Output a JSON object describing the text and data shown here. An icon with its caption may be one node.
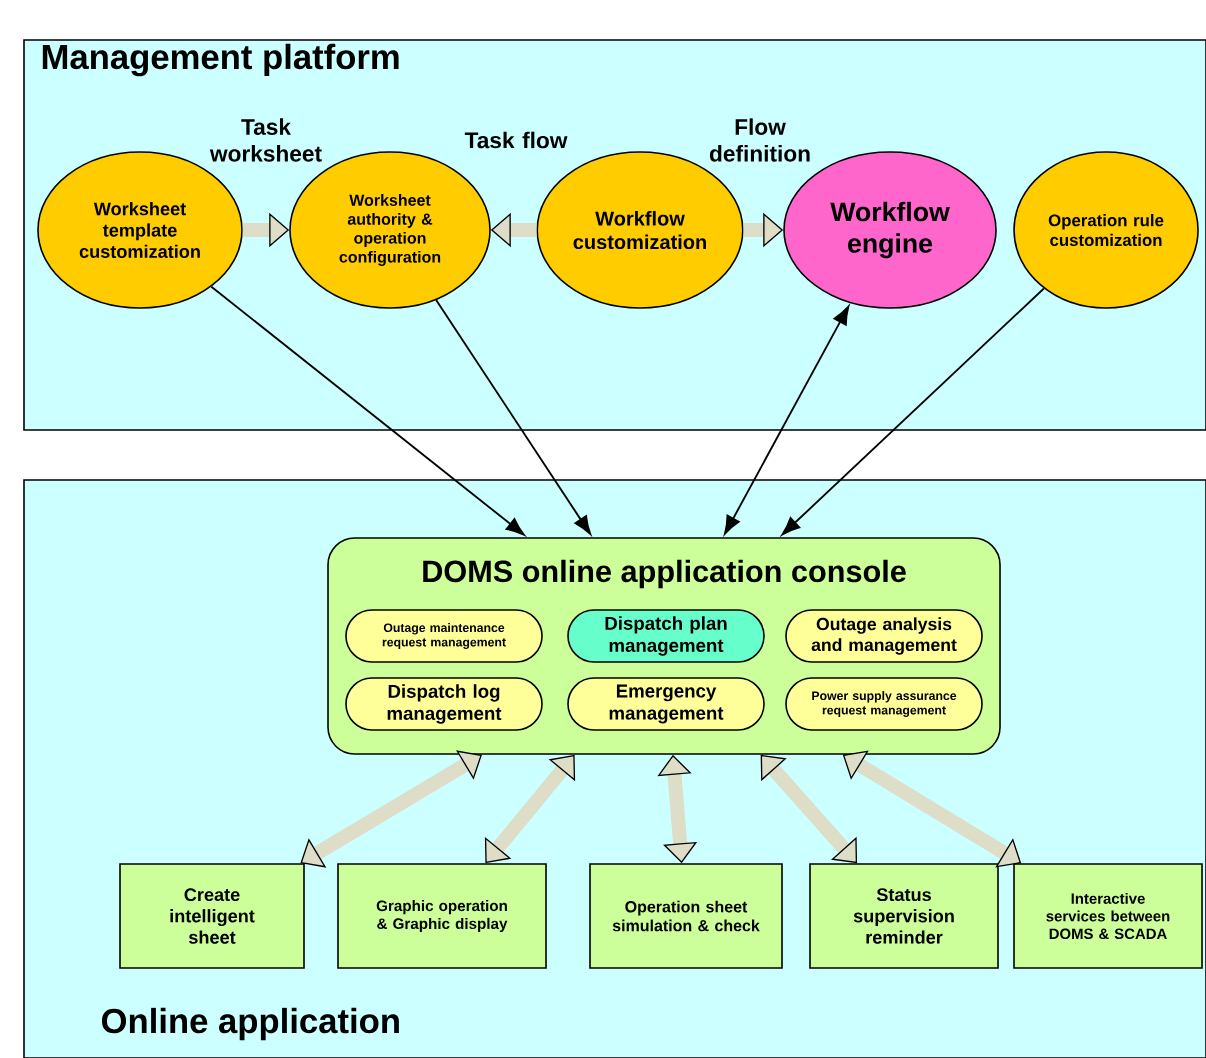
{
  "diagram": {
    "nodes": [
      {
        "text": [
          "Management platform"
        ]
      },
      {
        "text": [
          "Worksheet template customization"
        ],
        "in": 0
      },
      {
        "text": [
          "Worksheet authority & operation configuration"
        ],
        "in": 0
      },
      {
        "text": [
          "Workflow customization"
        ],
        "in": 0
      },
      {
        "text": [
          "Workflow engine"
        ],
        "in": 0
      },
      {
        "text": [
          "Operation rule customization"
        ],
        "in": 0
      },
      {
        "text": [
          "Online application"
        ]
      },
      {
        "text": [
          "DOMS online application console"
        ],
        "in": 6
      },
      {
        "text": [
          "Outage maintenance request management"
        ],
        "in": 7
      },
      {
        "text": [
          "Dispatch plan management"
        ],
        "in": 7
      },
      {
        "text": [
          "Outage analysis and management"
        ],
        "in": 7
      },
      {
        "text": [
          "Dispatch log management"
        ],
        "in": 7
      },
      {
        "text": [
          "Emergency management"
        ],
        "in": 7
      },
      {
        "text": [
          "Power supply assurance request management"
        ],
        "in": 7
      },
      {
        "text": [
          "Create intelligent sheet"
        ],
        "in": 6
      },
      {
        "text": [
          "Graphic operation & Graphic display"
        ],
        "in": 6
      },
      {
        "text": [
          "Operation sheet simulation & check"
        ],
        "in": 6
      },
      {
        "text": [
          "Status supervision reminder"
        ],
        "in": 6
      },
      {
        "text": [
          "Interactive services between DOMS & SCADA"
        ],
        "in": 6
      }
    ],
    "edges": [
      {
        "from": 1,
        "to": 2,
        "arrow": "to",
        "label": "Task worksheet"
      },
      {
        "from": 3,
        "to": 2,
        "arrow": "to",
        "label": "Task flow"
      },
      {
        "from": 3,
        "to": 4,
        "arrow": "to",
        "label": "Flow definition"
      },
      {
        "from": 1,
        "to": 7,
        "arrow": "to",
        "color": "#000000"
      },
      {
        "from": 2,
        "to": 7,
        "arrow": "to",
        "color": "#000000"
      },
      {
        "from": 7,
        "to": 4,
        "arrow": "both",
        "color": "#000000"
      },
      {
        "from": 5,
        "to": 7,
        "arrow": "to",
        "color": "#000000"
      },
      {
        "from": 7,
        "to": 14,
        "arrow": "both"
      },
      {
        "from": 7,
        "to": 15,
        "arrow": "both"
      },
      {
        "from": 7,
        "to": 16,
        "arrow": "both"
      },
      {
        "from": 7,
        "to": 17,
        "arrow": "both"
      },
      {
        "from": 7,
        "to": 18,
        "arrow": "both"
      }
    ]
  }
}
